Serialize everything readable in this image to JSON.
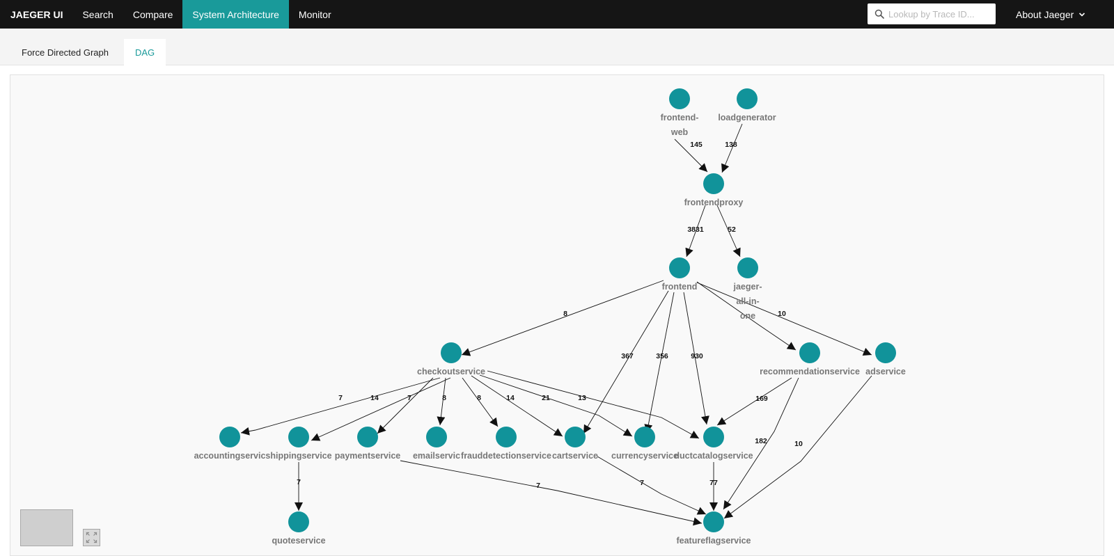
{
  "nav": {
    "brand": "JAEGER UI",
    "items": [
      {
        "label": "Search",
        "active": false
      },
      {
        "label": "Compare",
        "active": false
      },
      {
        "label": "System Architecture",
        "active": true
      },
      {
        "label": "Monitor",
        "active": false
      }
    ],
    "search_placeholder": "Lookup by Trace ID...",
    "about": "About Jaeger"
  },
  "tabs": [
    {
      "label": "Force Directed Graph",
      "active": false
    },
    {
      "label": "DAG",
      "active": true
    }
  ],
  "colors": {
    "accent": "#199a9a",
    "node": "#11939a",
    "label": "#777777",
    "edge": "#111111"
  },
  "graph": {
    "nodes": [
      {
        "id": "frontend-web",
        "label": [
          "frontend-",
          "web"
        ]
      },
      {
        "id": "loadgenerator",
        "label": [
          "loadgenerator"
        ]
      },
      {
        "id": "frontendproxy",
        "label": [
          "frontendproxy"
        ]
      },
      {
        "id": "frontend",
        "label": [
          "frontend"
        ]
      },
      {
        "id": "jaeger-all-in-one",
        "label": [
          "jaeger-",
          "all-in-",
          "one"
        ]
      },
      {
        "id": "checkoutservice",
        "label": [
          "checkoutservice"
        ]
      },
      {
        "id": "recommendationservice",
        "label": [
          "recommendationservice"
        ]
      },
      {
        "id": "adservice",
        "label": [
          "adservice"
        ]
      },
      {
        "id": "accountingservice",
        "label": [
          "accountingservic"
        ]
      },
      {
        "id": "shippingservice",
        "label": [
          "shippingservice"
        ]
      },
      {
        "id": "paymentservice",
        "label": [
          "paymentservice"
        ]
      },
      {
        "id": "emailservice",
        "label": [
          "emailservic"
        ]
      },
      {
        "id": "frauddetectionservice",
        "label": [
          "frauddetectionservice"
        ]
      },
      {
        "id": "cartservice",
        "label": [
          "cartservice"
        ]
      },
      {
        "id": "currencyservice",
        "label": [
          "currencyservice"
        ]
      },
      {
        "id": "productcatalogservice",
        "label": [
          "ductcatalogservice"
        ]
      },
      {
        "id": "quoteservice",
        "label": [
          "quoteservice"
        ]
      },
      {
        "id": "featureflagservice",
        "label": [
          "featureflagservice"
        ]
      }
    ],
    "edges": [
      {
        "from": "frontend-web",
        "to": "frontendproxy",
        "label": "145"
      },
      {
        "from": "loadgenerator",
        "to": "frontendproxy",
        "label": "138"
      },
      {
        "from": "frontendproxy",
        "to": "frontend",
        "label": "3831"
      },
      {
        "from": "frontendproxy",
        "to": "jaeger-all-in-one",
        "label": "52"
      },
      {
        "from": "frontend",
        "to": "checkoutservice",
        "label": "8"
      },
      {
        "from": "frontend",
        "to": "cartservice",
        "label": "367"
      },
      {
        "from": "frontend",
        "to": "currencyservice",
        "label": "356"
      },
      {
        "from": "frontend",
        "to": "productcatalogservice",
        "label": "930"
      },
      {
        "from": "frontend",
        "to": "recommendationservice",
        "label": ""
      },
      {
        "from": "frontend",
        "to": "adservice",
        "label": "10"
      },
      {
        "from": "checkoutservice",
        "to": "accountingservice",
        "label": "7"
      },
      {
        "from": "checkoutservice",
        "to": "shippingservice",
        "label": "14"
      },
      {
        "from": "checkoutservice",
        "to": "paymentservice",
        "label": "7"
      },
      {
        "from": "checkoutservice",
        "to": "emailservice",
        "label": "8"
      },
      {
        "from": "checkoutservice",
        "to": "frauddetectionservice",
        "label": "8"
      },
      {
        "from": "checkoutservice",
        "to": "cartservice",
        "label": "14"
      },
      {
        "from": "checkoutservice",
        "to": "currencyservice",
        "label": "21"
      },
      {
        "from": "checkoutservice",
        "to": "productcatalogservice",
        "label": "13"
      },
      {
        "from": "recommendationservice",
        "to": "productcatalogservice",
        "label": "169"
      },
      {
        "from": "recommendationservice",
        "to": "featureflagservice",
        "label": "182"
      },
      {
        "from": "adservice",
        "to": "featureflagservice",
        "label": "10"
      },
      {
        "from": "shippingservice",
        "to": "quoteservice",
        "label": "7"
      },
      {
        "from": "paymentservice",
        "to": "featureflagservice",
        "label": "7"
      },
      {
        "from": "cartservice",
        "to": "featureflagservice",
        "label": "7"
      },
      {
        "from": "productcatalogservice",
        "to": "featureflagservice",
        "label": "77"
      }
    ]
  }
}
